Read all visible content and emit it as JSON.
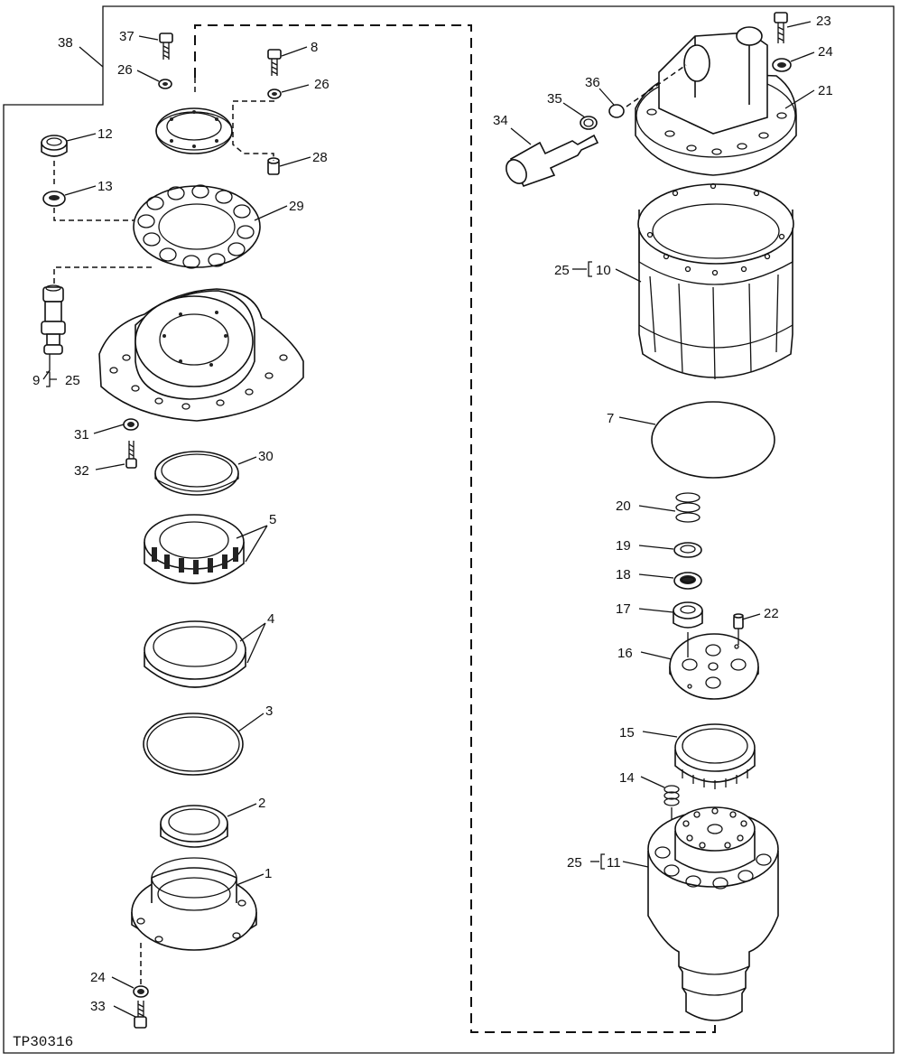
{
  "figure_id": "TP30316",
  "labels": {
    "l38": "38",
    "l37": "37",
    "l8": "8",
    "l26a": "26",
    "l26b": "26",
    "l28": "28",
    "l12": "12",
    "l13": "13",
    "l29": "29",
    "l9": "9",
    "l25a": "25",
    "l31": "31",
    "l32": "32",
    "l30": "30",
    "l5": "5",
    "l4": "4",
    "l3": "3",
    "l2": "2",
    "l1": "1",
    "l24a": "24",
    "l33": "33",
    "l23": "23",
    "l24b": "24",
    "l21": "21",
    "l36": "36",
    "l35": "35",
    "l34": "34",
    "l25b": "25",
    "l10": "10",
    "l7": "7",
    "l20": "20",
    "l19": "19",
    "l18": "18",
    "l17": "17",
    "l22": "22",
    "l16": "16",
    "l15": "15",
    "l14": "14",
    "l25c": "25",
    "l11": "11"
  }
}
